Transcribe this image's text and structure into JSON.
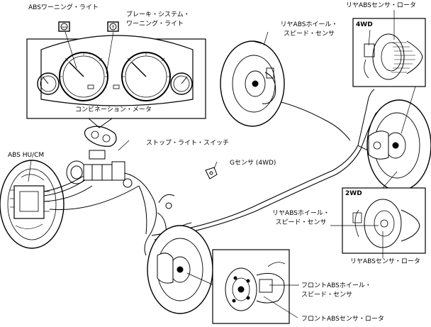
{
  "labels": {
    "abs_warning_light": "ABSワーニング・ライト",
    "brake_warning_line1": "ブレーキ・システム・",
    "brake_warning_line2": "ワーニング・ライト",
    "combination_meter": "コンビネーション・メータ",
    "stop_light_switch": "ストップ・ライト・スイッチ",
    "abs_hu_cm": "ABS HU/CM",
    "g_sensor": "Gセンサ (4WD)",
    "rear_sensor_rotor_top": "リヤABSセンサ・ロータ",
    "rear_wheel_speed_top_line1": "リヤABSホイール・",
    "rear_wheel_speed_top_line2": "スピード・センサ",
    "label_4wd": "4WD",
    "label_2wd": "2WD",
    "rear_wheel_speed_2wd_line1": "リヤABSホイール・",
    "rear_wheel_speed_2wd_line2": "スピード・センサ",
    "rear_sensor_rotor_2wd": "リヤABSセンサ・ロータ",
    "front_wheel_speed_line1": "フロントABSホイール・",
    "front_wheel_speed_line2": "スピード・センサ",
    "front_sensor_rotor": "フロントABSセンサ・ロータ"
  },
  "icons": {
    "abs_lamp": "abs-warning-lamp-icon",
    "brake_lamp": "brake-warning-lamp-icon"
  }
}
